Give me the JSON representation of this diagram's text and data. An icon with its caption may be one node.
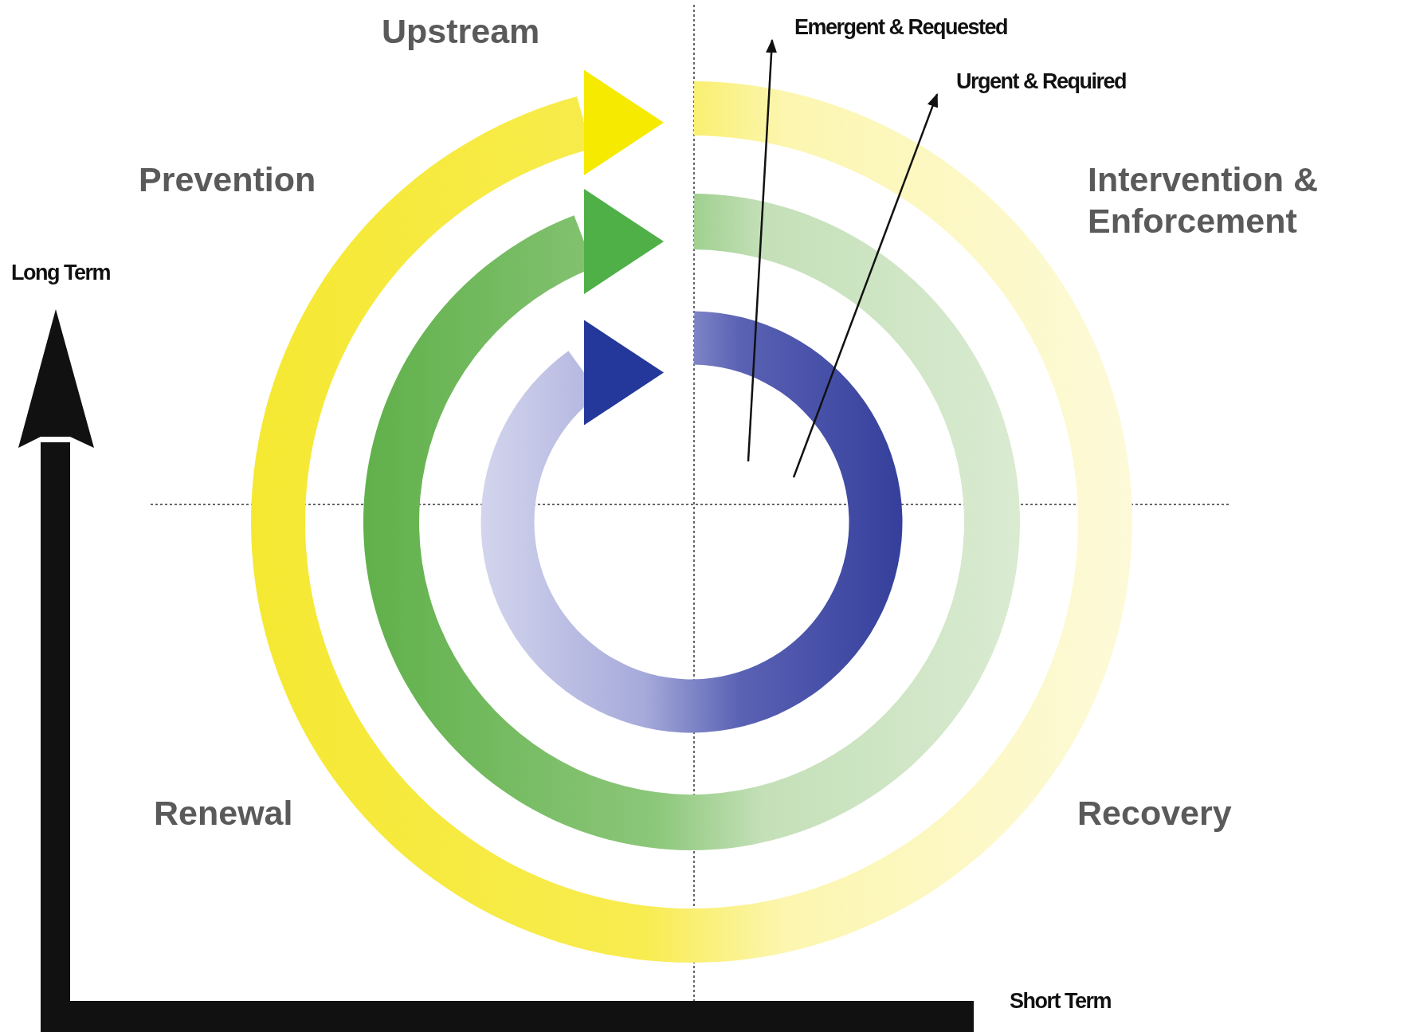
{
  "diagram": {
    "nodes": [
      {
        "text": [
          "Emergent & Requested"
        ]
      },
      {
        "text": [
          "Urgent & Required"
        ]
      }
    ],
    "edges": [
      {
        "from": null,
        "to": 0,
        "arrow": "to"
      },
      {
        "from": null,
        "to": 1,
        "arrow": "to"
      }
    ],
    "labels": [
      "Upstream",
      "Prevention",
      "Intervention & Enforcement",
      "Long Term",
      "Renewal",
      "Recovery",
      "Short Term"
    ]
  }
}
